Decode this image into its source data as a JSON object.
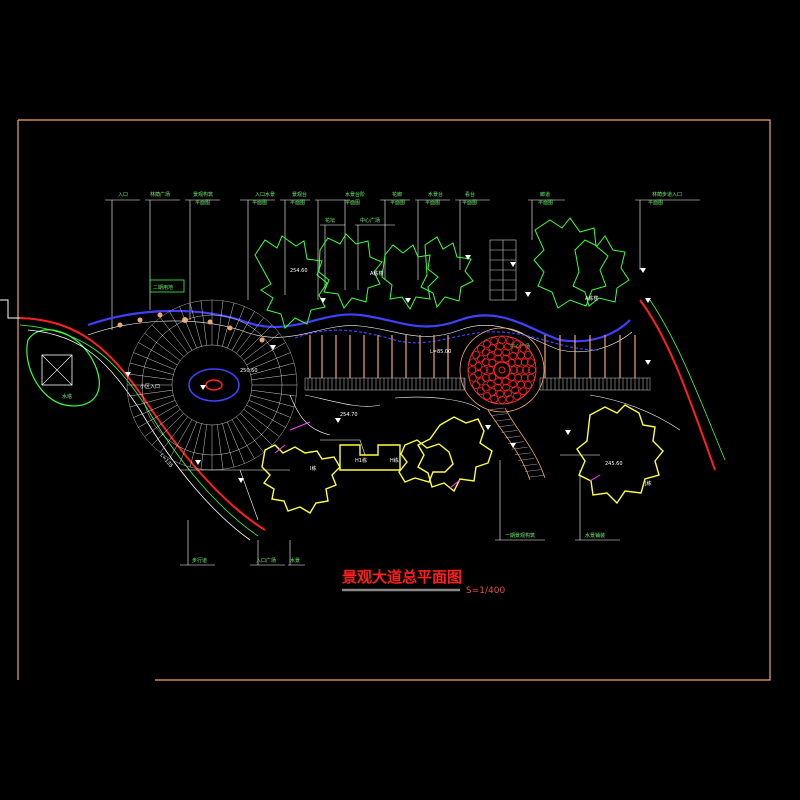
{
  "drawing": {
    "title": "景观大道总平面图",
    "scale": "S=1/400",
    "labels": {
      "phase2_land": "二期用地",
      "entrance": "小区入口",
      "a_tower": "A栋楼",
      "i_building": "I栋",
      "h_building": "H栋",
      "h1_building": "H1栋",
      "j_building": "J栋",
      "elev_2650": "250.60",
      "elev_2540": "254.60",
      "elev_2450": "245.60",
      "elev_2575": "254.70",
      "dim_1": "L=135",
      "dim_2": "L=85.00"
    }
  },
  "colors": {
    "frame": "#f0a868",
    "annotation": "#5cf05c",
    "title": "#ff1e1e",
    "building": "#ffff3c",
    "path": "#3c3cff",
    "road": "#ff2020"
  }
}
